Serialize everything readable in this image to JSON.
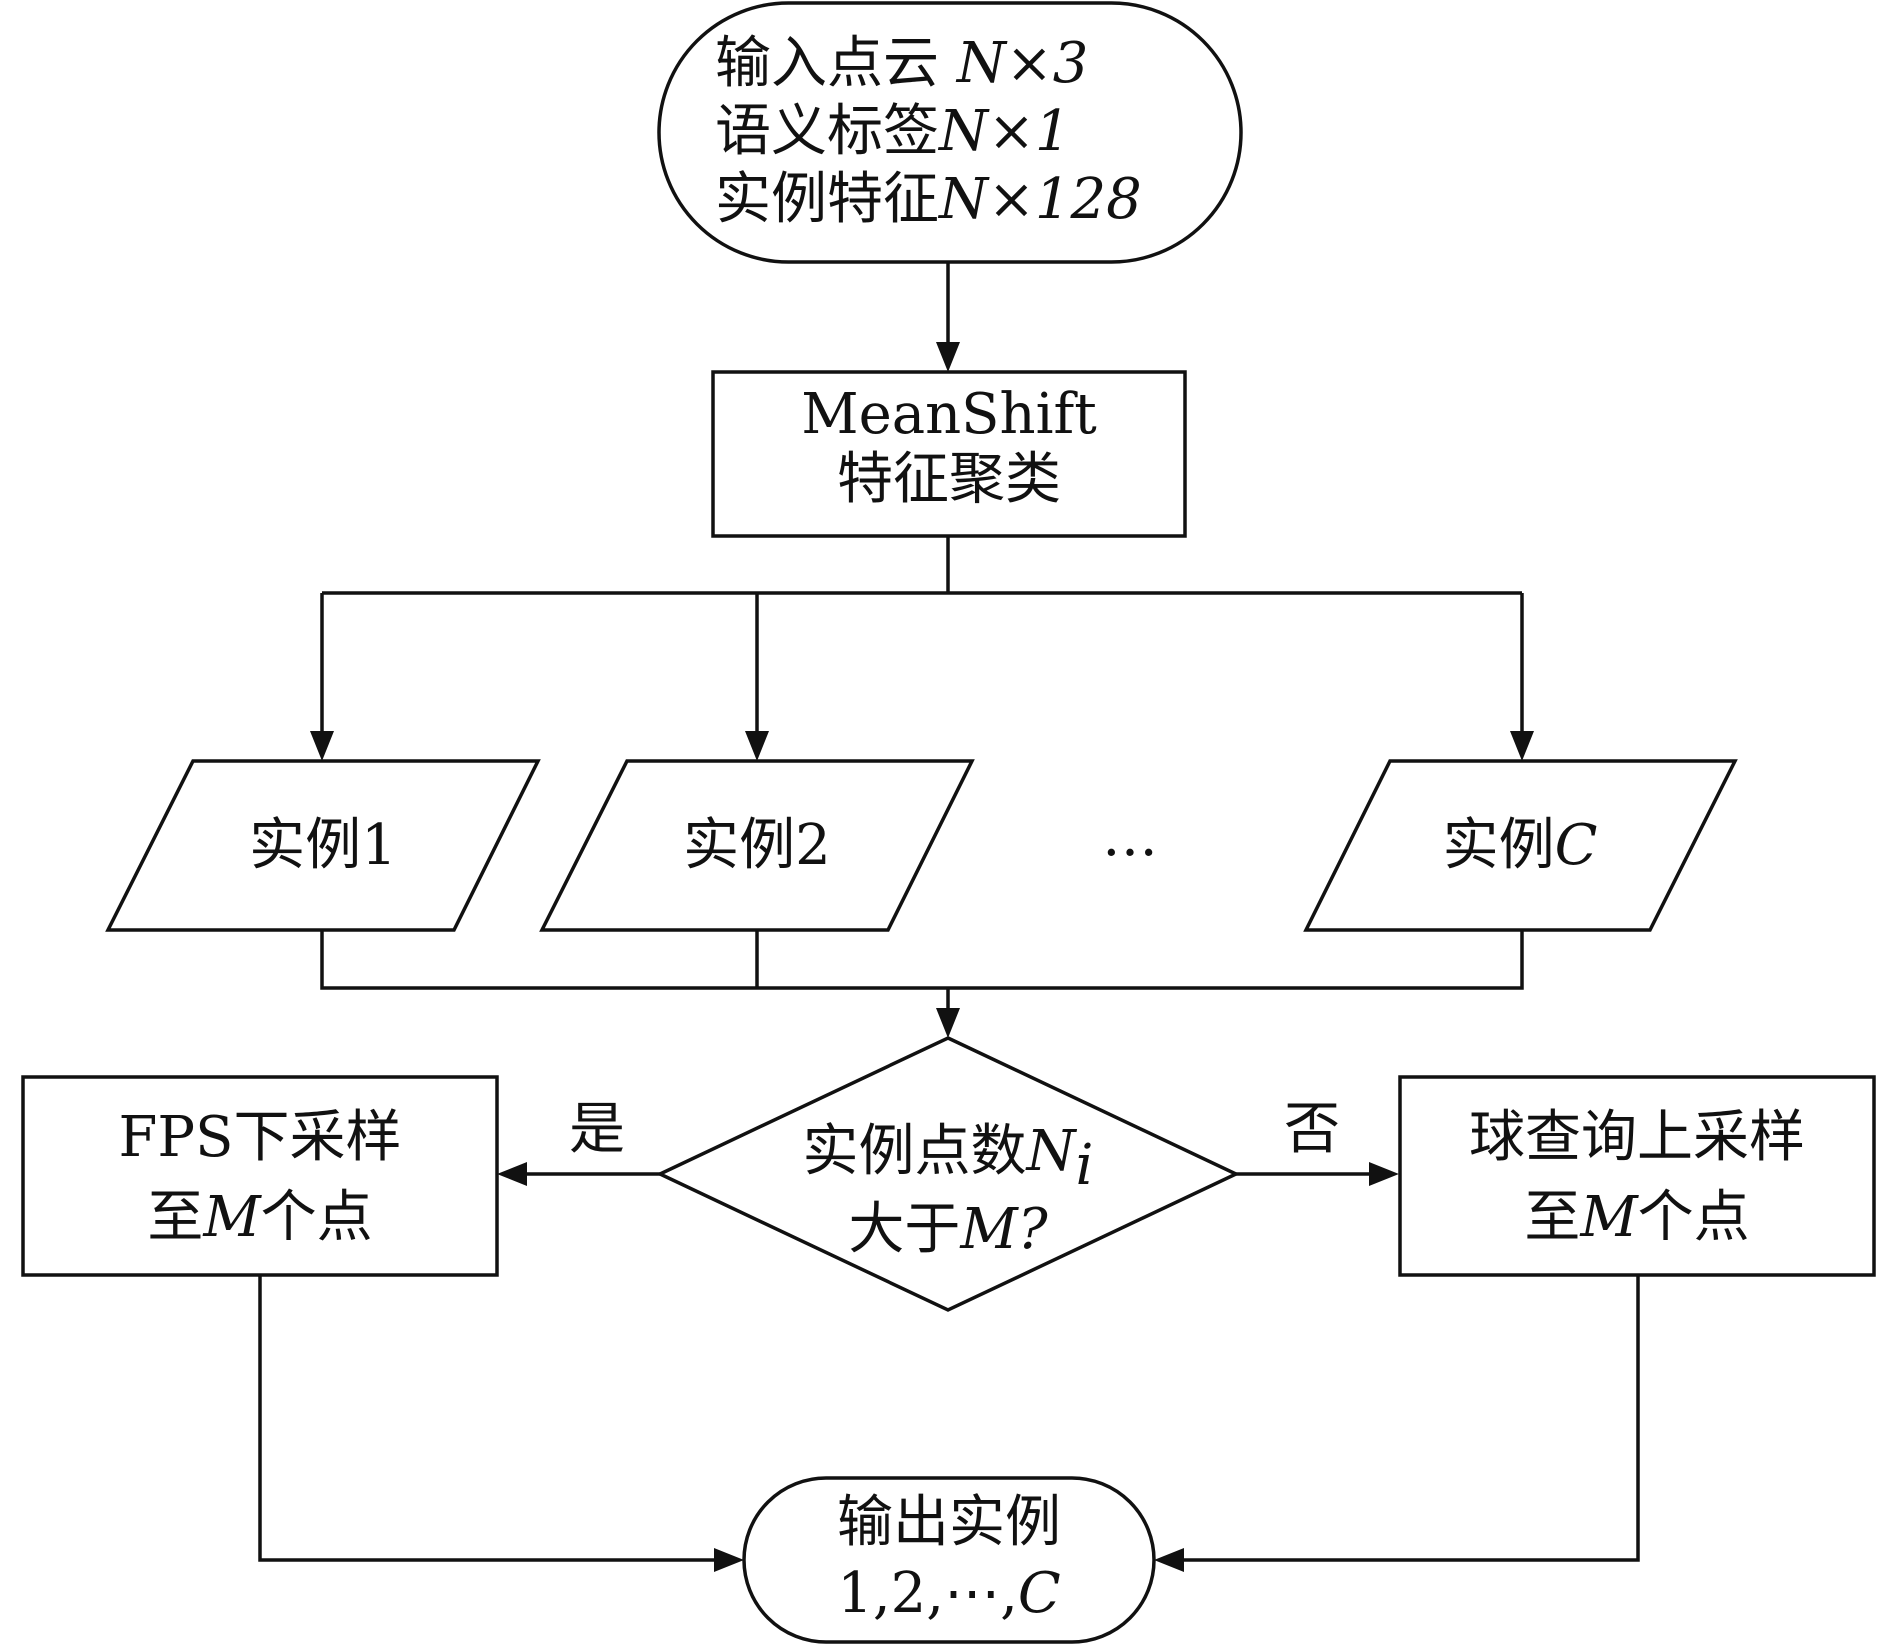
{
  "start": {
    "line1_text": "输入点云 ",
    "line1_math": "N×3",
    "line2_text": "语义标签",
    "line2_math": "N×1",
    "line3_text": "实例特征",
    "line3_math": "N×128"
  },
  "cluster": {
    "line1": "MeanShift",
    "line2": "特征聚类"
  },
  "instances": {
    "inst1": "实例1",
    "inst2": "实例2",
    "ellipsis": "…",
    "instC_text": "实例",
    "instC_math": "C"
  },
  "decision": {
    "line1_text": "实例点数",
    "line1_math": "N",
    "line1_sub": "i",
    "line2_text": "大于",
    "line2_math": "M?"
  },
  "branches": {
    "yes_label": "是",
    "no_label": "否"
  },
  "left_box": {
    "line1": "FPS下采样",
    "line2_pre": "至",
    "line2_math": "M",
    "line2_post": "个点"
  },
  "right_box": {
    "line1": "球查询上采样",
    "line2_pre": "至",
    "line2_math": "M",
    "line2_post": "个点"
  },
  "end": {
    "line1": "输出实例",
    "line2_text": "1,2,⋯,",
    "line2_math": "C"
  }
}
